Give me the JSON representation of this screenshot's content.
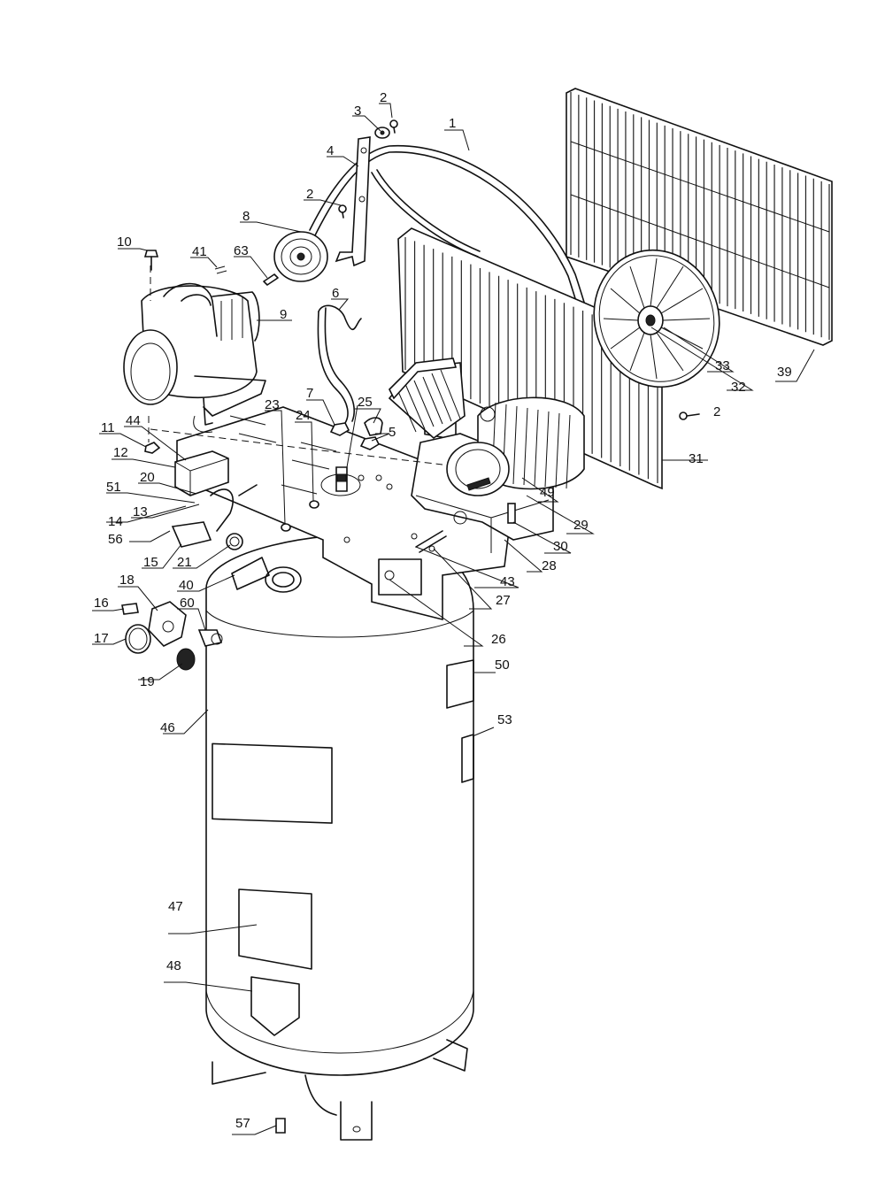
{
  "callouts": [
    {
      "id": "c1",
      "label": "1"
    },
    {
      "id": "c2a",
      "label": "2"
    },
    {
      "id": "c2b",
      "label": "2"
    },
    {
      "id": "c2c",
      "label": "2"
    },
    {
      "id": "c3",
      "label": "3"
    },
    {
      "id": "c4",
      "label": "4"
    },
    {
      "id": "c5",
      "label": "5"
    },
    {
      "id": "c6",
      "label": "6"
    },
    {
      "id": "c7",
      "label": "7"
    },
    {
      "id": "c8",
      "label": "8"
    },
    {
      "id": "c9",
      "label": "9"
    },
    {
      "id": "c10",
      "label": "10"
    },
    {
      "id": "c11",
      "label": "11"
    },
    {
      "id": "c12",
      "label": "12"
    },
    {
      "id": "c13",
      "label": "13"
    },
    {
      "id": "c14",
      "label": "14"
    },
    {
      "id": "c15",
      "label": "15"
    },
    {
      "id": "c16",
      "label": "16"
    },
    {
      "id": "c17",
      "label": "17"
    },
    {
      "id": "c18",
      "label": "18"
    },
    {
      "id": "c19",
      "label": "19"
    },
    {
      "id": "c20",
      "label": "20"
    },
    {
      "id": "c21",
      "label": "21"
    },
    {
      "id": "c23",
      "label": "23"
    },
    {
      "id": "c24",
      "label": "24"
    },
    {
      "id": "c25",
      "label": "25"
    },
    {
      "id": "c26",
      "label": "26"
    },
    {
      "id": "c27",
      "label": "27"
    },
    {
      "id": "c28",
      "label": "28"
    },
    {
      "id": "c29",
      "label": "29"
    },
    {
      "id": "c30",
      "label": "30"
    },
    {
      "id": "c31",
      "label": "31"
    },
    {
      "id": "c32",
      "label": "32"
    },
    {
      "id": "c33",
      "label": "33"
    },
    {
      "id": "c39",
      "label": "39"
    },
    {
      "id": "c40",
      "label": "40"
    },
    {
      "id": "c41",
      "label": "41"
    },
    {
      "id": "c43",
      "label": "43"
    },
    {
      "id": "c44",
      "label": "44"
    },
    {
      "id": "c46",
      "label": "46"
    },
    {
      "id": "c47",
      "label": "47"
    },
    {
      "id": "c48",
      "label": "48"
    },
    {
      "id": "c49",
      "label": "49"
    },
    {
      "id": "c50",
      "label": "50"
    },
    {
      "id": "c51",
      "label": "51"
    },
    {
      "id": "c53",
      "label": "53"
    },
    {
      "id": "c56",
      "label": "56"
    },
    {
      "id": "c57",
      "label": "57"
    },
    {
      "id": "c60",
      "label": "60"
    },
    {
      "id": "c63",
      "label": "63"
    }
  ]
}
